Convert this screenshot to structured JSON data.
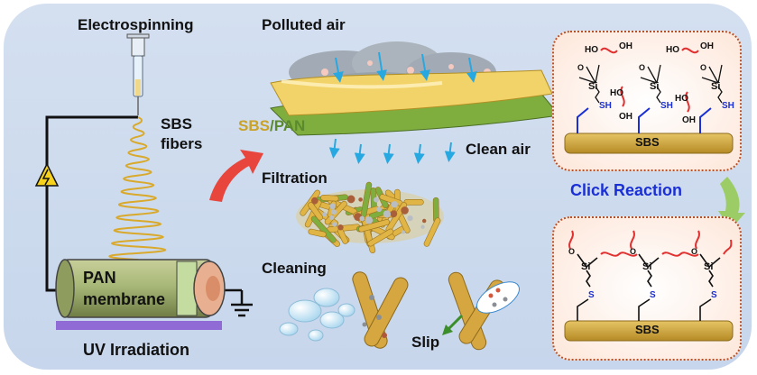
{
  "labels": {
    "electrospinning": "Electrospinning",
    "sbs_fibers_line1": "SBS",
    "sbs_fibers_line2": "fibers",
    "pan_membrane_line1": "PAN",
    "pan_membrane_line2": "membrane",
    "uv_irradiation": "UV Irradiation",
    "polluted_air": "Polluted air",
    "sbs_pan_sbs": "SBS",
    "sbs_pan_slash": "/",
    "sbs_pan_pan": "PAN",
    "clean_air": "Clean air",
    "filtration": "Filtration",
    "cleaning": "Cleaning",
    "slip": "Slip",
    "click_reaction": "Click Reaction",
    "sbs_top": "SBS",
    "sbs_bottom": "SBS",
    "oh": "OH",
    "ho": "HO",
    "si": "Si",
    "sh": "SH",
    "s": "S",
    "o": "O"
  },
  "colors": {
    "background": "#c7d6ec",
    "sbs_text": "#c9a227",
    "pan_text": "#5b8a2e",
    "click_reaction_text": "#1a2fd6",
    "arrow_red": "#e8463c",
    "arrow_green": "#9ccc65",
    "box_border": "#b5522c",
    "uv_bar": "#8a5fd4",
    "clean_air_arrow": "#27a8e0"
  }
}
